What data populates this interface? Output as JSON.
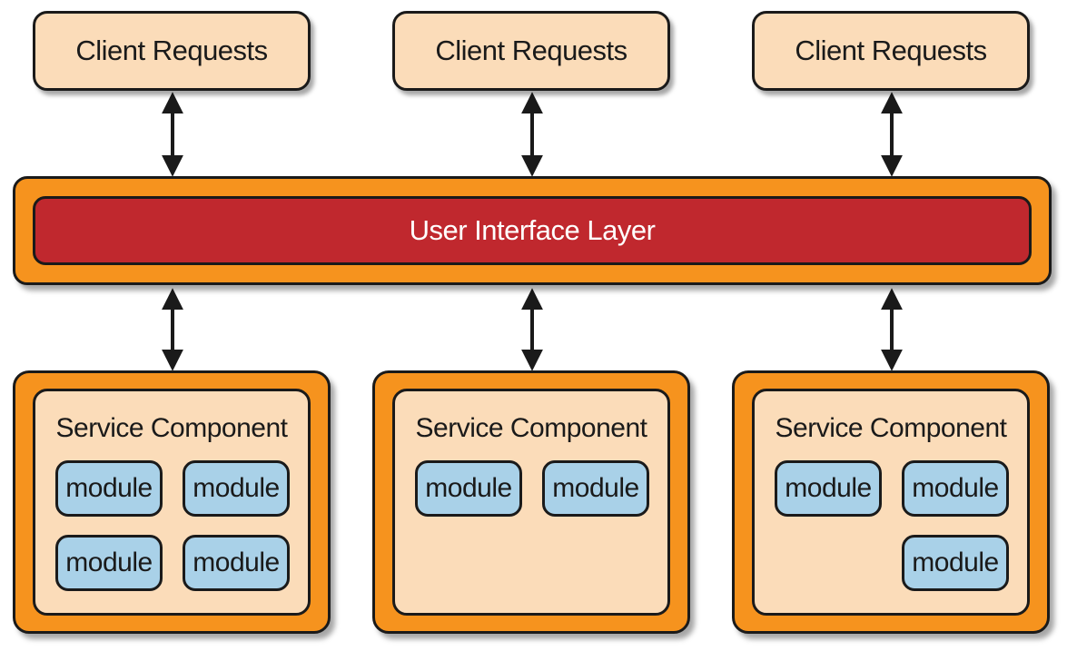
{
  "clients": [
    {
      "label": "Client Requests"
    },
    {
      "label": "Client Requests"
    },
    {
      "label": "Client Requests"
    }
  ],
  "ui_layer": {
    "label": "User Interface Layer"
  },
  "services": [
    {
      "title": "Service Component",
      "modules": [
        "module",
        "module",
        "module",
        "module"
      ]
    },
    {
      "title": "Service Component",
      "modules": [
        "module",
        "module"
      ]
    },
    {
      "title": "Service Component",
      "modules": [
        "module",
        "module",
        "module"
      ]
    }
  ],
  "colors": {
    "orange": "#f6931e",
    "peach": "#fbdcb9",
    "red": "#c0282e",
    "blue": "#a9d1e8",
    "outline": "#1a1a1a"
  }
}
